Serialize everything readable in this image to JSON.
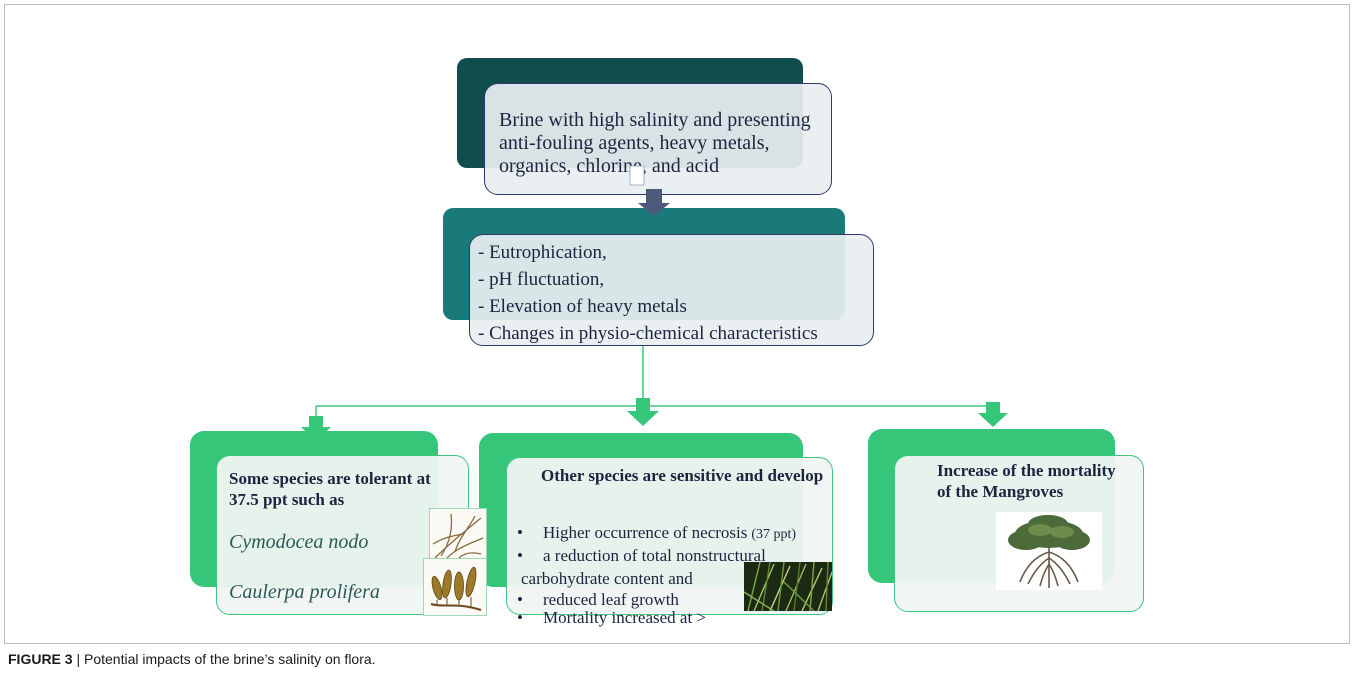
{
  "diagram": {
    "top_box": {
      "lines": [
        "Brine with high salinity and presenting",
        "anti-fouling agents, heavy metals,",
        "organics, chlorine, and acid"
      ]
    },
    "middle_box": {
      "items": [
        "- Eutrophication,",
        "- pH fluctuation,",
        "- Elevation of heavy metals",
        "- Changes in physio-chemical characteristics"
      ]
    },
    "left_box": {
      "heading_lines": [
        "Some species are tolerant at",
        "37.5 ppt such as"
      ],
      "species": [
        "Cymodocea nodo",
        "Caulerpa prolifera"
      ]
    },
    "center_box": {
      "heading": "Other species are sensitive and develop",
      "bullets": [
        "Higher occurrence of necrosis",
        "a reduction of total nonstructural",
        "reduced leaf growth",
        "Mortality increased at >"
      ],
      "necrosis_note": "(37 ppt)",
      "continuation": "carbohydrate content and"
    },
    "right_box": {
      "heading_lines": [
        "Increase of the mortality",
        "of the Mangroves"
      ]
    }
  },
  "caption": {
    "label": "FIGURE 3",
    "separator": " | ",
    "text": "Potential impacts of the brine’s salinity on flora."
  },
  "colors": {
    "dark_teal": "#0f4e4d",
    "teal": "#1a7a79",
    "green": "#35c67a",
    "arrow_slate": "#4a5a78",
    "outline_navy": "#2f3a6b"
  }
}
